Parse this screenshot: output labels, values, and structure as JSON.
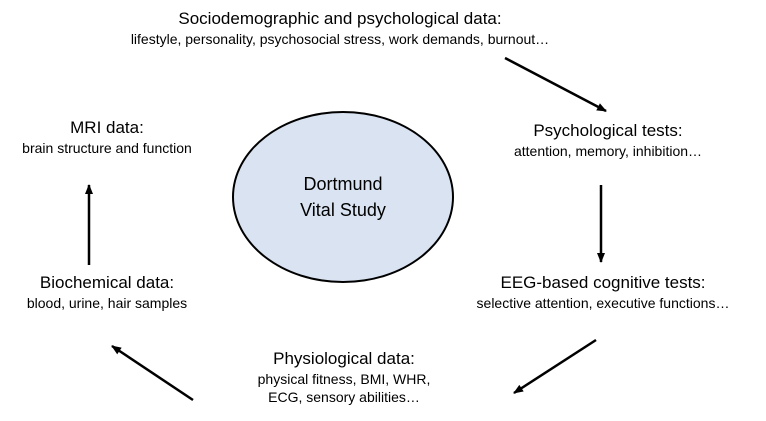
{
  "center": {
    "line1": "Dortmund",
    "line2": "Vital Study"
  },
  "nodes": {
    "sociodemographic": {
      "title": "Sociodemographic and psychological data:",
      "detail": "lifestyle, personality, psychosocial stress, work demands, burnout…"
    },
    "psychological_tests": {
      "title": "Psychological tests:",
      "detail": "attention, memory, inhibition…"
    },
    "eeg": {
      "title": "EEG-based cognitive tests:",
      "detail": "selective attention, executive functions…"
    },
    "physiological": {
      "title": "Physiological data:",
      "detail_line1": "physical fitness, BMI, WHR,",
      "detail_line2": "ECG, sensory abilities…"
    },
    "biochemical": {
      "title": "Biochemical data:",
      "detail": "blood, urine, hair samples"
    },
    "mri": {
      "title": "MRI data:",
      "detail": "brain structure and function"
    }
  },
  "colors": {
    "ellipse_fill": "#d9e3f1",
    "stroke": "#000000"
  }
}
